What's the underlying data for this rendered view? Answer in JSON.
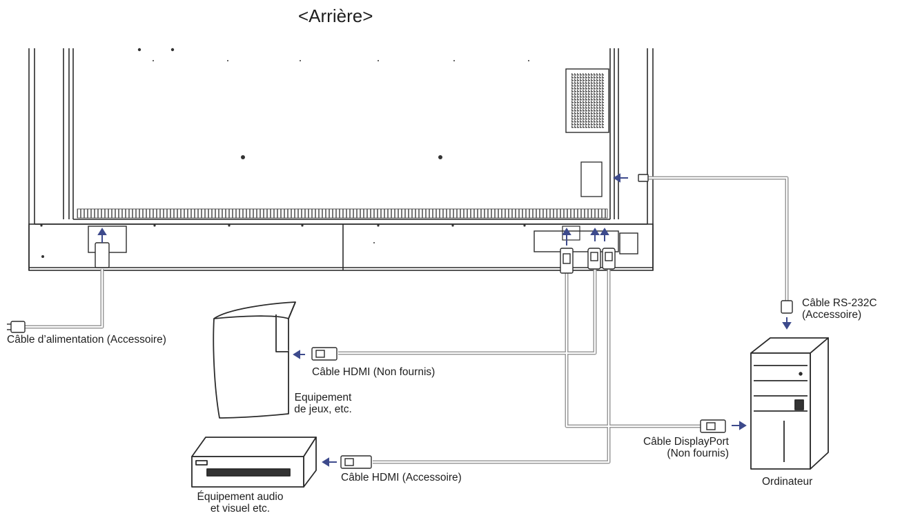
{
  "title": "<Arrière>",
  "labels": {
    "power_cable": "Câble d’alimentation (Accessoire)",
    "hdmi_non_fournis": "Câble HDMI (Non fournis)",
    "game_equipment_line1": "Equipement",
    "game_equipment_line2": "de jeux, etc.",
    "av_equipment_line1": "Équipement audio",
    "av_equipment_line2": "et visuel etc.",
    "hdmi_accessoire": "Câble HDMI (Accessoire)",
    "displayport_line1": "Câble DisplayPort",
    "displayport_line2": "(Non fournis)",
    "rs232c_line1": "Câble RS-232C",
    "rs232c_line2": "(Accessoire)",
    "computer": "Ordinateur"
  },
  "colors": {
    "line": "#2a2a2a",
    "cable": "#9a9a9a",
    "arrow": "#3d4a8c",
    "vent": "#555555"
  }
}
